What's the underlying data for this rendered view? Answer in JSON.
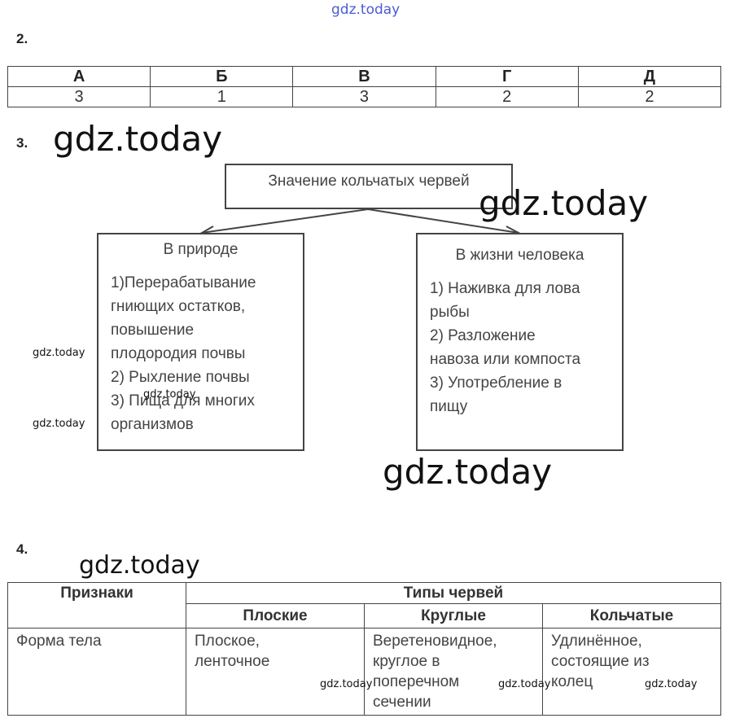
{
  "watermark": "gdz.today",
  "section2": {
    "number": "2.",
    "headers": [
      "А",
      "Б",
      "В",
      "Г",
      "Д"
    ],
    "values": [
      "3",
      "1",
      "3",
      "2",
      "2"
    ]
  },
  "section3": {
    "number": "3.",
    "root": "Значение кольчатых червей",
    "left": {
      "title": "В природе",
      "items": "1)Перерабатывание\nгниющих остатков,\nповышение\nплодородия почвы\n2) Рыхление почвы\n3) Пища для многих\nорганизмов"
    },
    "right": {
      "title": "В жизни человека",
      "items": "1) Наживка для лова\nрыбы\n2) Разложение\nнавоза или компоста\n3) Употребление в\nпищу"
    }
  },
  "section4": {
    "number": "4.",
    "header_traits": "Признаки",
    "header_types": "Типы червей",
    "types": [
      "Плоские",
      "Круглые",
      "Кольчатые"
    ],
    "row": {
      "trait": "Форма тела",
      "flat": "Плоское,\nленточное",
      "round": "Веретеновидное,\nкруглое в\nпоперечном\nсечении",
      "annelid": "Удлинённое,\nсостоящие из\nколец"
    }
  }
}
